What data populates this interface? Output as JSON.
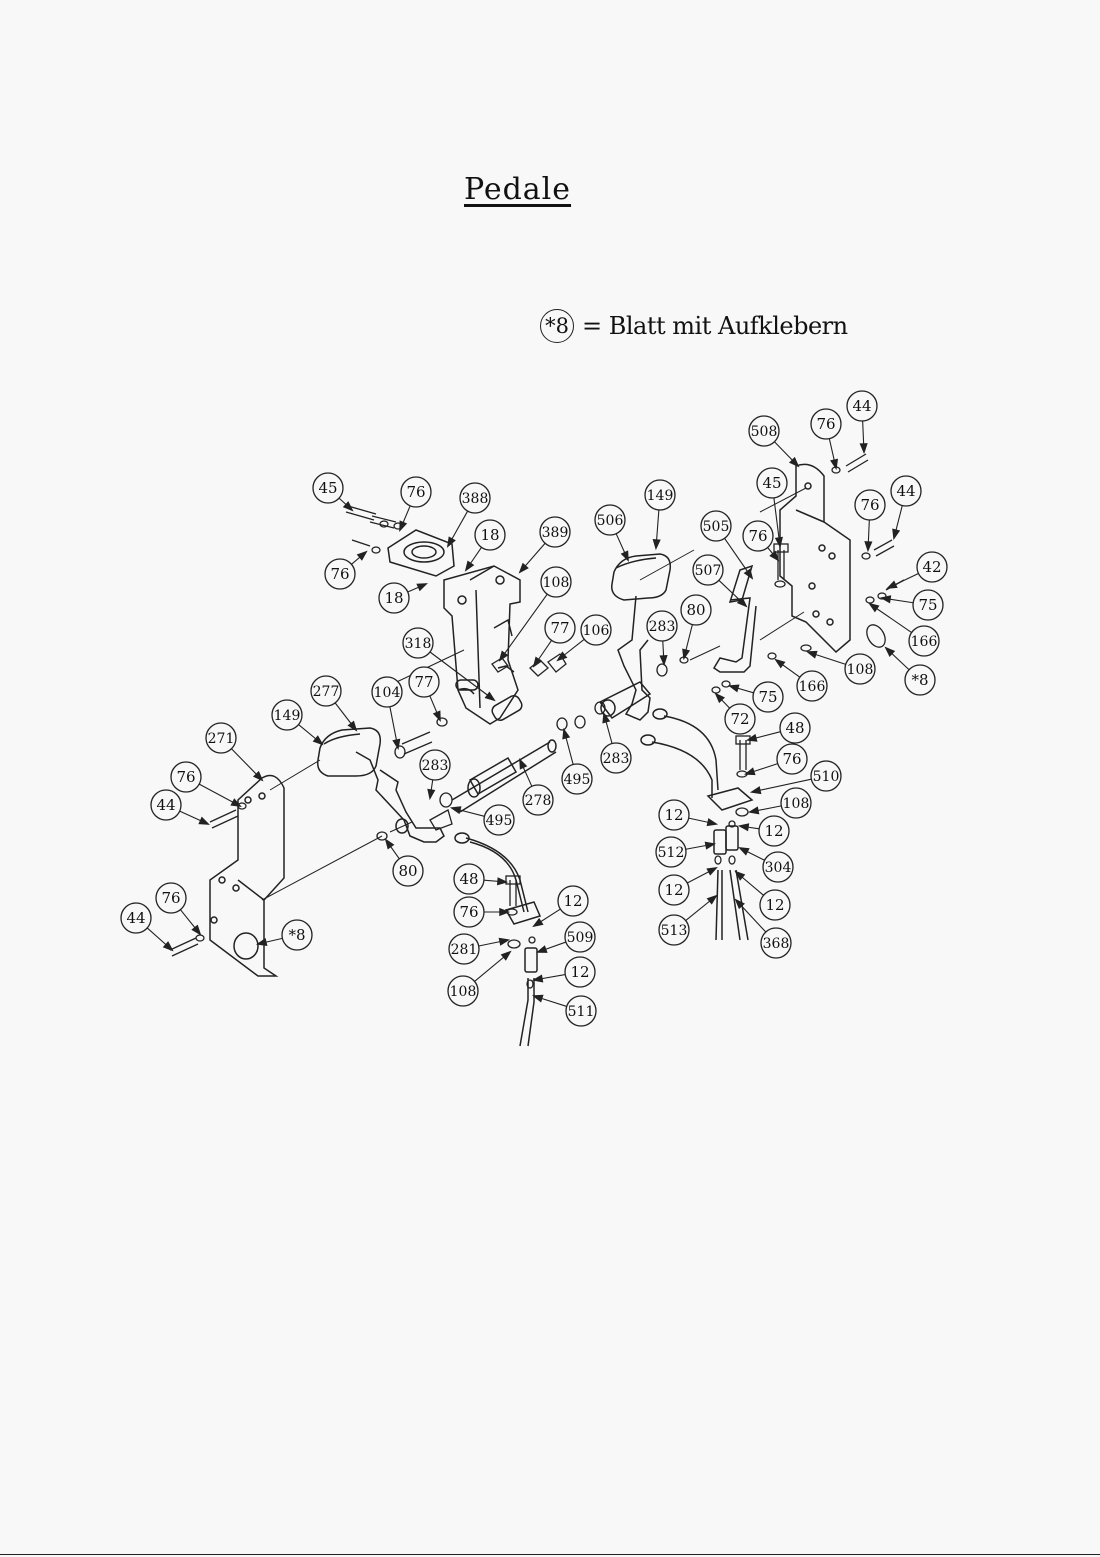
{
  "title": "Pedale",
  "legend": {
    "symbol": "*8",
    "text": "= Blatt mit Aufklebern"
  },
  "callouts": [
    "45",
    "76",
    "388",
    "18",
    "389",
    "76",
    "18",
    "108",
    "318",
    "77",
    "106",
    "506",
    "149",
    "283",
    "80",
    "505",
    "507",
    "508",
    "76",
    "44",
    "45",
    "76",
    "76",
    "44",
    "42",
    "75",
    "166",
    "*8",
    "108",
    "166",
    "75",
    "72",
    "271",
    "149",
    "277",
    "104",
    "77",
    "76",
    "44",
    "283",
    "80",
    "495",
    "278",
    "495",
    "283",
    "48",
    "76",
    "510",
    "108",
    "12",
    "12",
    "512",
    "304",
    "12",
    "12",
    "513",
    "368",
    "76",
    "44",
    "*8",
    "48",
    "76",
    "12",
    "509",
    "281",
    "12",
    "108",
    "511"
  ]
}
